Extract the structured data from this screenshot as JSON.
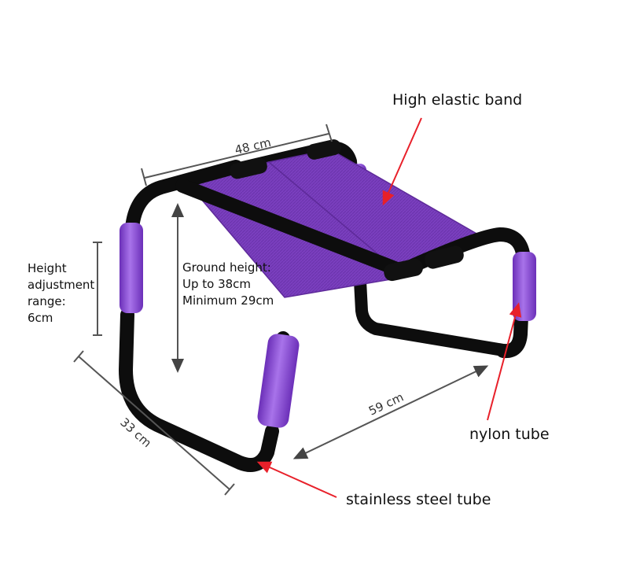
{
  "annotations": {
    "elastic_band": "High elastic band",
    "nylon_tube": "nylon tube",
    "steel_tube": "stainless steel tube",
    "ground_height": [
      "Ground height:",
      "Up to 38cm",
      "Minimum 29cm"
    ],
    "height_adjust": [
      "Height",
      "adjustment",
      "range:",
      "6cm"
    ]
  },
  "dimensions": {
    "width": "48 cm",
    "length": "59 cm",
    "depth": "33 cm"
  },
  "colors": {
    "band": "#7b3fbf",
    "band_dark": "#5e2a9a",
    "sleeve": "#8a4cd6",
    "frame": "#0d0d0d",
    "pointer": "#e8202a",
    "dimension_line": "#555555"
  }
}
